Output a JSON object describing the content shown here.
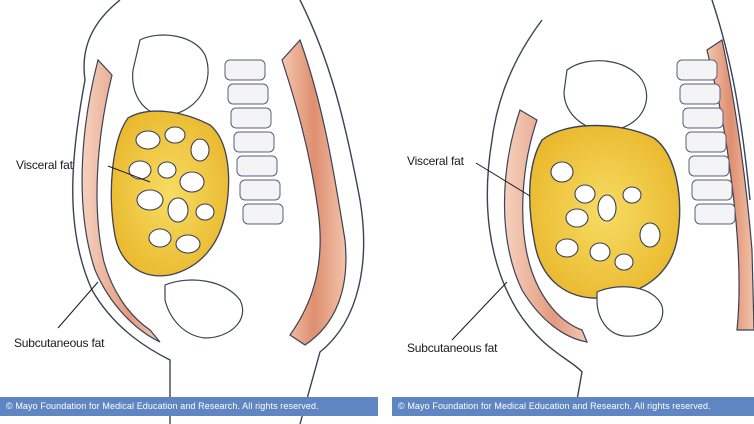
{
  "colors": {
    "footer_bar": "#5f86c2",
    "visceral_fat": "#f3c93a",
    "subcutaneous_fat": "#e39a7e",
    "outline": "#3b4256"
  },
  "left_panel": {
    "visceral_label": "Visceral fat",
    "subcutaneous_label": "Subcutaneous fat",
    "copyright": "© Mayo Foundation for Medical Education and Research.  All rights reserved."
  },
  "right_panel": {
    "visceral_label": "Visceral fat",
    "subcutaneous_label": "Subcutaneous fat",
    "copyright": "© Mayo Foundation for Medical Education and Research.  All rights reserved."
  }
}
